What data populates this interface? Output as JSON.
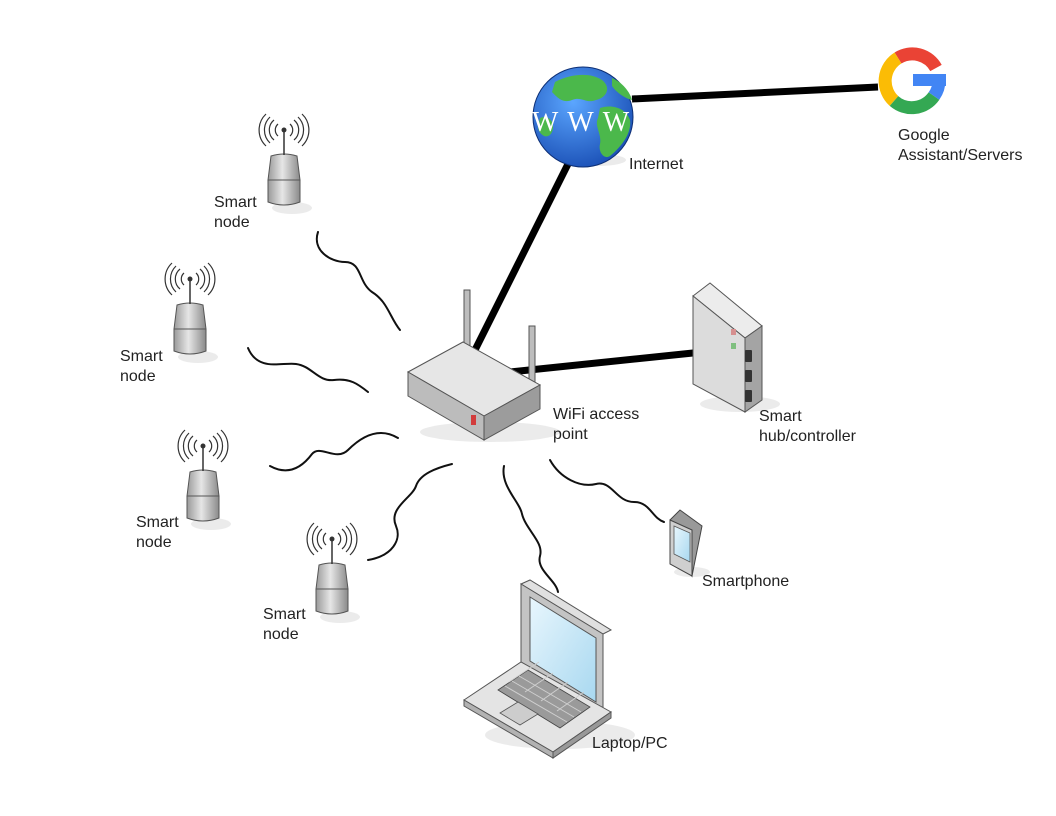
{
  "labels": {
    "internet": "Internet",
    "google_line1": "Google",
    "google_line2": "Assistant/Servers",
    "wifi_line1": "WiFi access",
    "wifi_line2": "point",
    "hub_line1": "Smart",
    "hub_line2": "hub/controller",
    "smartphone": "Smartphone",
    "laptop": "Laptop/PC",
    "node_line1": "Smart",
    "node_line2": "node"
  },
  "globe_text": "WWW",
  "icons": [
    "globe-icon",
    "google-logo-icon",
    "router-icon",
    "hub-icon",
    "smartphone-icon",
    "laptop-icon",
    "smart-node-icon",
    "wifi-signal-icon"
  ],
  "colors": {
    "link": "#000000",
    "ocean": "#2f6fd6",
    "land": "#4bb84b",
    "device_gray": "#c8c8c8",
    "screen": "#bfe3f5",
    "google_red": "#EA4335",
    "google_yellow": "#FBBC05",
    "google_green": "#34A853",
    "google_blue": "#4285F4"
  }
}
